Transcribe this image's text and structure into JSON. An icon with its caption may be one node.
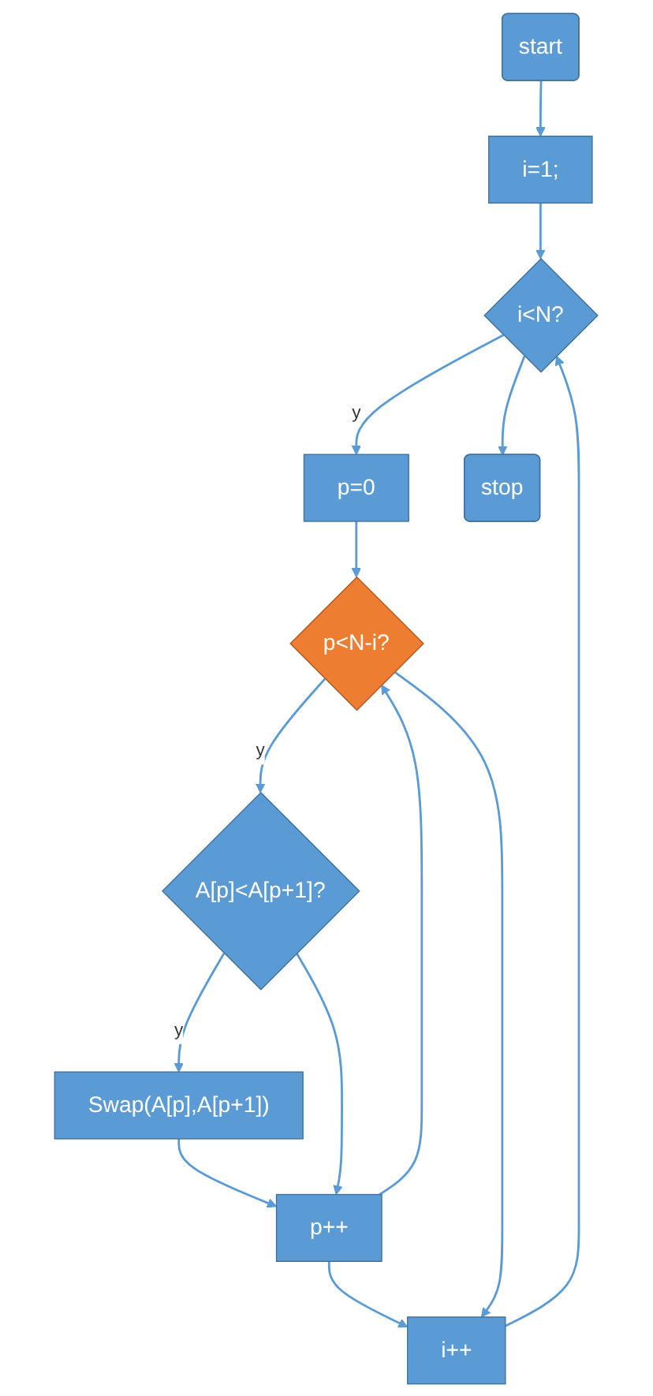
{
  "diagram": {
    "nodes": [
      {
        "text": [
          "start"
        ]
      },
      {
        "text": [
          "i=1;"
        ]
      },
      {
        "text": [
          "i<N?"
        ]
      },
      {
        "text": [
          "p=0"
        ]
      },
      {
        "text": [
          "p<N-i?"
        ]
      },
      {
        "text": [
          "A[p]<A[p+1]?"
        ]
      },
      {
        "text": [
          "Swap(A[p],A[p+1])"
        ]
      },
      {
        "text": [
          "p++"
        ]
      },
      {
        "text": [
          "i++"
        ]
      },
      {
        "text": [
          "stop"
        ]
      }
    ],
    "edges": [
      {
        "from": 0,
        "to": 1,
        "arrow": "to"
      },
      {
        "from": 1,
        "to": 2,
        "arrow": "to"
      },
      {
        "from": 2,
        "to": 3,
        "arrow": "to",
        "label": "y"
      },
      {
        "from": 3,
        "to": 4,
        "arrow": "to"
      },
      {
        "from": 4,
        "to": 5,
        "arrow": "to",
        "label": "y"
      },
      {
        "from": 5,
        "to": 6,
        "arrow": "to",
        "label": "y"
      },
      {
        "from": 6,
        "to": 7,
        "arrow": "to"
      },
      {
        "from": 7,
        "to": 4,
        "arrow": "to"
      },
      {
        "from": 5,
        "to": 7,
        "arrow": "to"
      },
      {
        "from": 7,
        "to": 8,
        "arrow": "to"
      },
      {
        "from": 8,
        "to": 2,
        "arrow": "to"
      },
      {
        "from": 4,
        "to": 8,
        "arrow": "to"
      },
      {
        "from": 2,
        "to": 9,
        "arrow": "to"
      }
    ]
  }
}
